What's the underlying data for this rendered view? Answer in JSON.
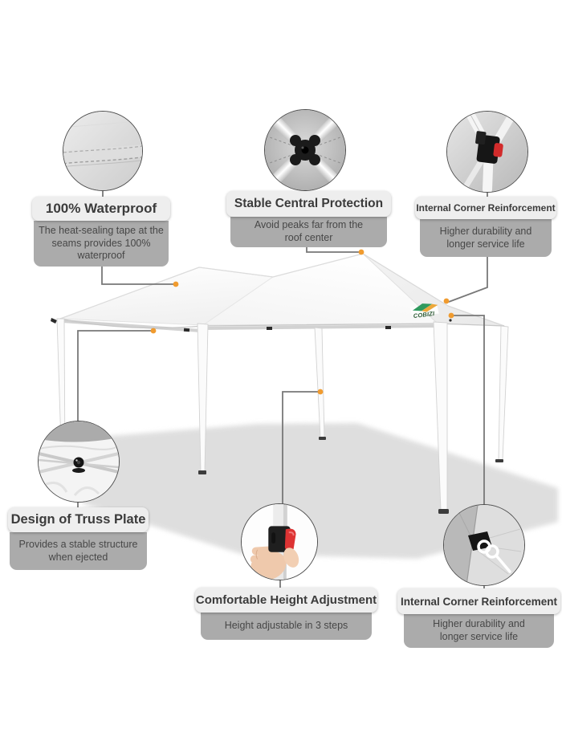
{
  "tent": {
    "logo": "COBIZI"
  },
  "colors": {
    "anchor_dot": "#f09b2f",
    "connector_line": "#787878",
    "title_box_bg": "#eeeeee",
    "desc_box_bg": "#ababab",
    "canopy_white": "#fbfbfb",
    "shadow_gray": "#d9d9d9",
    "latch_red": "#dd3333"
  },
  "callouts": {
    "waterproof": {
      "title": "100% Waterproof",
      "desc": "The heat-sealing tape at the seams provides 100% waterproof"
    },
    "central": {
      "title": "Stable Central Protection",
      "desc": "Avoid peaks far from the roof center"
    },
    "corner_top": {
      "title": "Internal Corner Reinforcement",
      "desc": "Higher durability and longer service life"
    },
    "truss": {
      "title": "Design of Truss Plate",
      "desc": "Provides a stable structure when ejected"
    },
    "height": {
      "title": "Comfortable Height Adjustment",
      "desc": "Height adjustable in 3 steps"
    },
    "corner_bottom": {
      "title": "Internal Corner Reinforcement",
      "desc": "Higher durability and longer service life"
    }
  }
}
